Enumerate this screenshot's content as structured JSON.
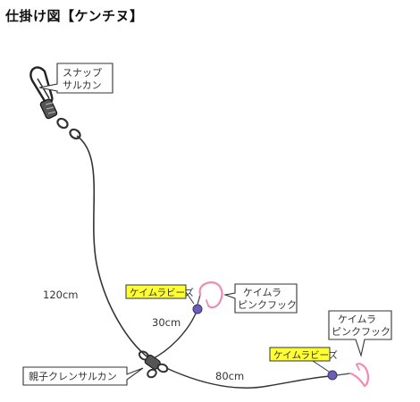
{
  "title": "仕掛け図【ケンチヌ】",
  "labels": {
    "snap_swivel": [
      "スナップ",
      "サルカン"
    ],
    "parent_child_swivel": "親子クレンサルカン",
    "hook_upper": [
      "ケイムラ",
      "ピンクフック"
    ],
    "hook_lower": [
      "ケイムラ",
      "ピンクフック"
    ],
    "bead_upper": "ケイムラビーズ",
    "bead_lower": "ケイムラビーズ"
  },
  "lengths": {
    "main_line": "120cm",
    "branch_upper": "30cm",
    "branch_lower": "80cm"
  },
  "colors": {
    "highlight_fill": "#ffff33",
    "hook_pink": "#f08cb0",
    "bead_purple": "#6b5fb0",
    "line": "#333333"
  }
}
